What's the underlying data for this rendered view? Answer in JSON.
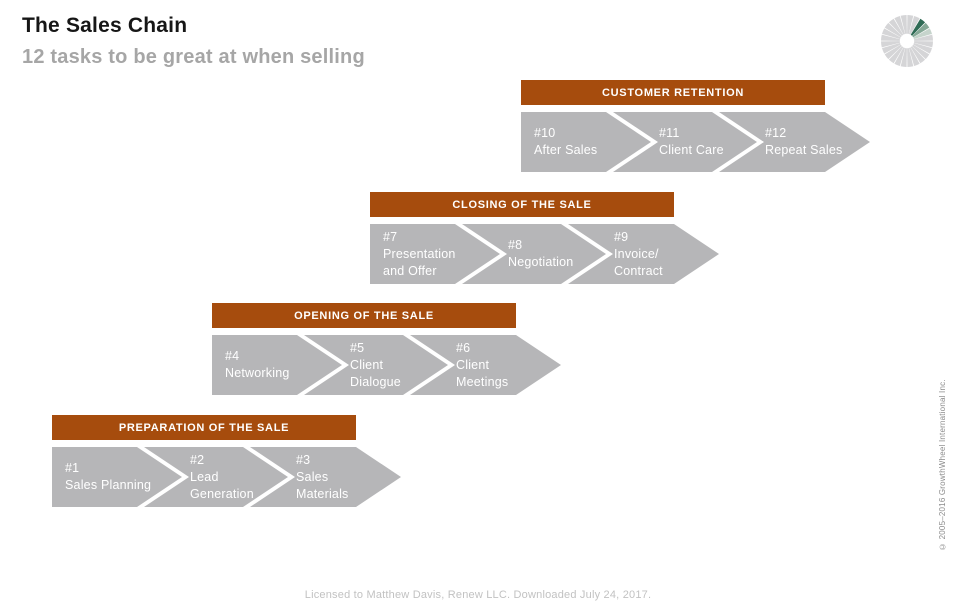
{
  "title": "The Sales Chain",
  "subtitle": "12 tasks to be great at when selling",
  "groups": [
    {
      "label": "PREPARATION OF THE SALE",
      "tasks": [
        {
          "number": "#1",
          "name": "Sales Planning"
        },
        {
          "number": "#2",
          "name": "Lead\nGeneration"
        },
        {
          "number": "#3",
          "name": "Sales\nMaterials"
        }
      ]
    },
    {
      "label": "OPENING OF THE SALE",
      "tasks": [
        {
          "number": "#4",
          "name": "Networking"
        },
        {
          "number": "#5",
          "name": "Client\nDialogue"
        },
        {
          "number": "#6",
          "name": "Client\nMeetings"
        }
      ]
    },
    {
      "label": "CLOSING OF THE SALE",
      "tasks": [
        {
          "number": "#7",
          "name": "Presentation\nand Offer"
        },
        {
          "number": "#8",
          "name": "Negotiation"
        },
        {
          "number": "#9",
          "name": "Invoice/\nContract"
        }
      ]
    },
    {
      "label": "CUSTOMER RETENTION",
      "tasks": [
        {
          "number": "#10",
          "name": "After Sales"
        },
        {
          "number": "#11",
          "name": "Client Care"
        },
        {
          "number": "#12",
          "name": "Repeat Sales"
        }
      ]
    }
  ],
  "footer": {
    "license_text": "Licensed to Matthew Davis, Renew LLC. Downloaded July 24, 2017."
  },
  "copyright_vertical": "© 2005–2016 GrowthWheel International Inc.",
  "colors": {
    "header_bar": "#A64C0D",
    "chevron_gray": "#B6B6B8",
    "chevron_text": "#FFFFFF",
    "header_text": "#FFFFFF",
    "title_text": "#161616",
    "subtitle_text": "#A6A6A6",
    "footer_text": "#C2C2C2",
    "copyright_text": "#8C8C8C"
  },
  "logo": {
    "sectors": 24,
    "gray": "#D5D5D7",
    "green_sectors": {
      "2": "#2F6B55",
      "3": "#85A896",
      "4": "#C6D4CC"
    }
  }
}
